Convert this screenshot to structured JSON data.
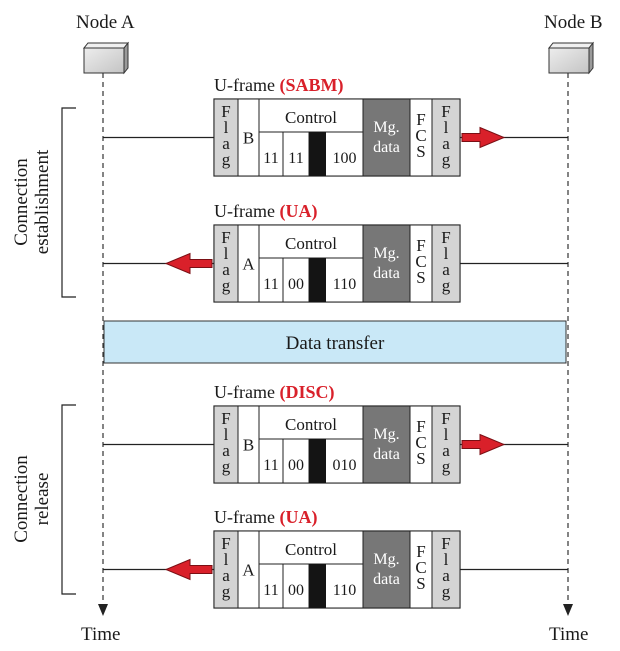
{
  "nodes": [
    {
      "label": "Node A"
    },
    {
      "label": "Node B"
    }
  ],
  "time_label": "Time",
  "phases": {
    "establishment": [
      "Connection",
      "establishment"
    ],
    "release": [
      "Connection",
      "release"
    ]
  },
  "data_transfer": "Data transfer",
  "frame_prefix": "U-frame",
  "frames": [
    {
      "type": "(SABM)",
      "address": "B",
      "bits_left": [
        "11",
        "11"
      ],
      "bits_right": "100",
      "direction": "A-to-B"
    },
    {
      "type": "(UA)",
      "address": "A",
      "bits_left": [
        "11",
        "00"
      ],
      "bits_right": "110",
      "direction": "B-to-A"
    },
    {
      "type": "(DISC)",
      "address": "B",
      "bits_left": [
        "11",
        "00"
      ],
      "bits_right": "010",
      "direction": "A-to-B"
    },
    {
      "type": "(UA)",
      "address": "A",
      "bits_left": [
        "11",
        "00"
      ],
      "bits_right": "110",
      "direction": "B-to-A"
    }
  ],
  "fields": {
    "flag": [
      "F",
      "l",
      "a",
      "g"
    ],
    "control": "Control",
    "mg": [
      "Mg.",
      "data"
    ],
    "fcs": [
      "F",
      "C",
      "S"
    ]
  },
  "colors": {
    "red": "#d9202a",
    "flag_fill": "#d4d4d4",
    "mg_fill": "#777777",
    "data_fill": "#c9e8f7",
    "node_fill": "#d6d6d6"
  }
}
